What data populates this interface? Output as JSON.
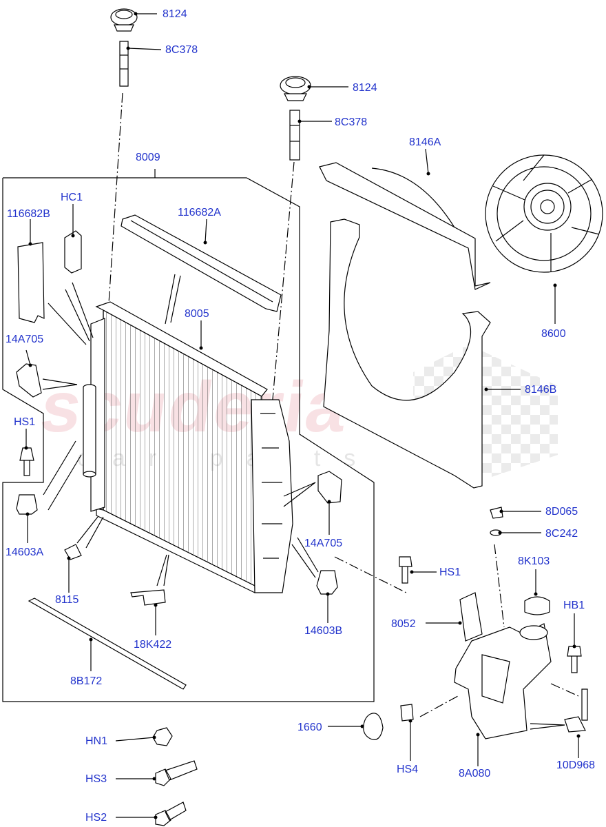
{
  "watermark": {
    "brand": "scuderia",
    "sub": "car parts"
  },
  "callouts": {
    "p8124_top": "8124",
    "p8c378_top": "8C378",
    "p8124_mid": "8124",
    "p8c378_mid": "8C378",
    "p8009": "8009",
    "p8146a": "8146A",
    "p116682b": "116682B",
    "hc1": "HC1",
    "p116682a": "116682A",
    "p8005": "8005",
    "p8600": "8600",
    "p14a705_l": "14A705",
    "p8146b": "8146B",
    "hs1_l": "HS1",
    "p14603a": "14603A",
    "p14a705_r": "14A705",
    "p8d065": "8D065",
    "p8c242": "8C242",
    "p8k103": "8K103",
    "hs1_r": "HS1",
    "p8115": "8115",
    "p14603b": "14603B",
    "hb1": "HB1",
    "p8052": "8052",
    "p18k422": "18K422",
    "p8b172": "8B172",
    "p1660": "1660",
    "hn1": "HN1",
    "hs3": "HS3",
    "hs4": "HS4",
    "p8a080": "8A080",
    "p10d968": "10D968",
    "hs2": "HS2"
  },
  "colors": {
    "callout_text": "#2233cc",
    "line": "#000000"
  }
}
